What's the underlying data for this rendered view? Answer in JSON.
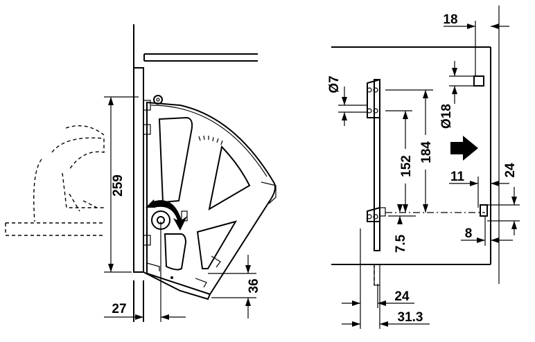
{
  "diagram": {
    "dimensions": {
      "d259": "259",
      "d27": "27",
      "d36": "36",
      "d18_top": "18",
      "d7": "Ø7",
      "d18_dia": "Ø18",
      "d152": "152",
      "d184": "184",
      "d11": "11",
      "d24_right": "24",
      "d8": "8",
      "d7_5": "7.5",
      "d24_bottom": "24",
      "d31_3": "31.3"
    }
  }
}
